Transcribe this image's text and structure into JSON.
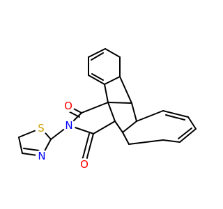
{
  "molecule": {
    "atoms": {
      "o_top": "O",
      "n_imide": "N",
      "o_bottom": "O",
      "s_thiazole": "S",
      "n_thiazole": "N"
    },
    "colors": {
      "bond": "#000000",
      "oxygen": "#ff0000",
      "nitrogen": "#0000ff",
      "sulfur": "#c8a000"
    }
  }
}
